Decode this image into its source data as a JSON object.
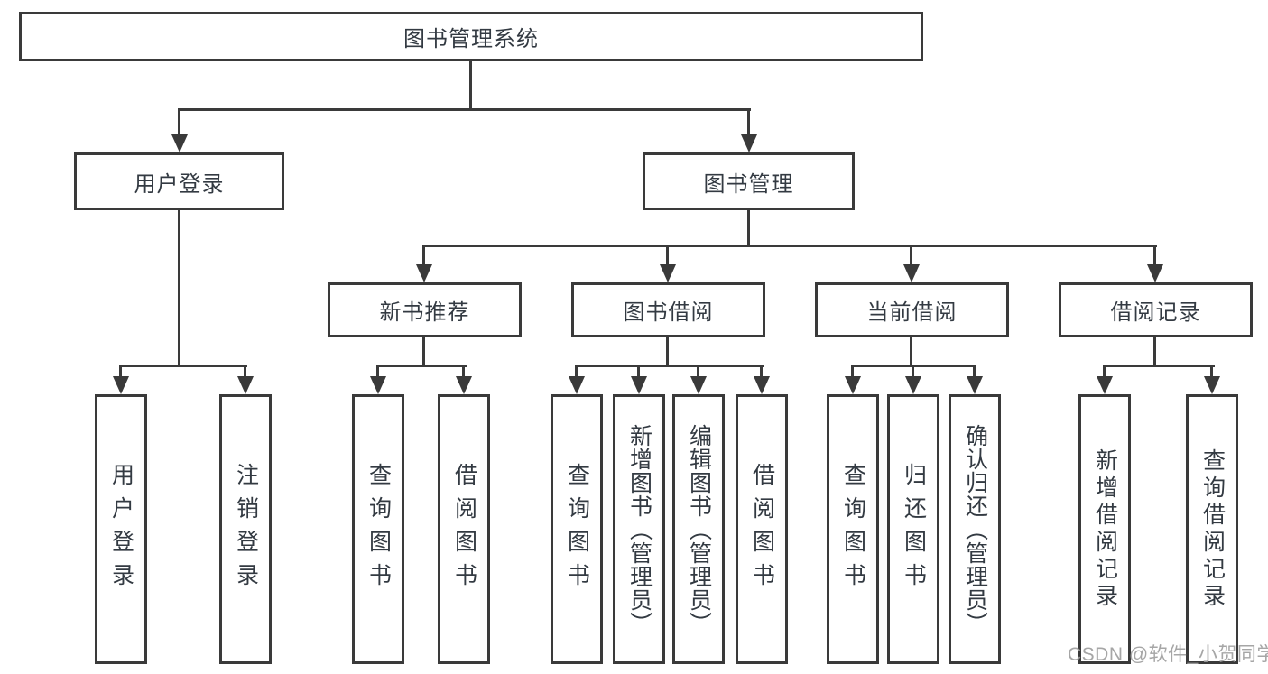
{
  "palette": {
    "line_color": "#3a3a3a",
    "text_color": "#333a42",
    "box_background": "#ffffff",
    "watermark_color": "#9e9e9e"
  },
  "tree": {
    "label": "图书管理系统",
    "children": [
      {
        "label": "用户登录",
        "children": [
          {
            "label": "用户登录"
          },
          {
            "label": "注销登录"
          }
        ]
      },
      {
        "label": "图书管理",
        "children": [
          {
            "label": "新书推荐",
            "children": [
              {
                "label": "查询图书"
              },
              {
                "label": "借阅图书"
              }
            ]
          },
          {
            "label": "图书借阅",
            "children": [
              {
                "label": "查询图书"
              },
              {
                "label": "新增图书（管理员）"
              },
              {
                "label": "编辑图书（管理员）"
              },
              {
                "label": "借阅图书"
              }
            ]
          },
          {
            "label": "当前借阅",
            "children": [
              {
                "label": "查询图书"
              },
              {
                "label": "归还图书"
              },
              {
                "label": "确认归还（管理员）"
              }
            ]
          },
          {
            "label": "借阅记录",
            "children": [
              {
                "label": "新增借阅记录"
              },
              {
                "label": "查询借阅记录"
              }
            ]
          }
        ]
      }
    ]
  },
  "watermark": {
    "text": "CSDN @软件_小贺同学"
  }
}
